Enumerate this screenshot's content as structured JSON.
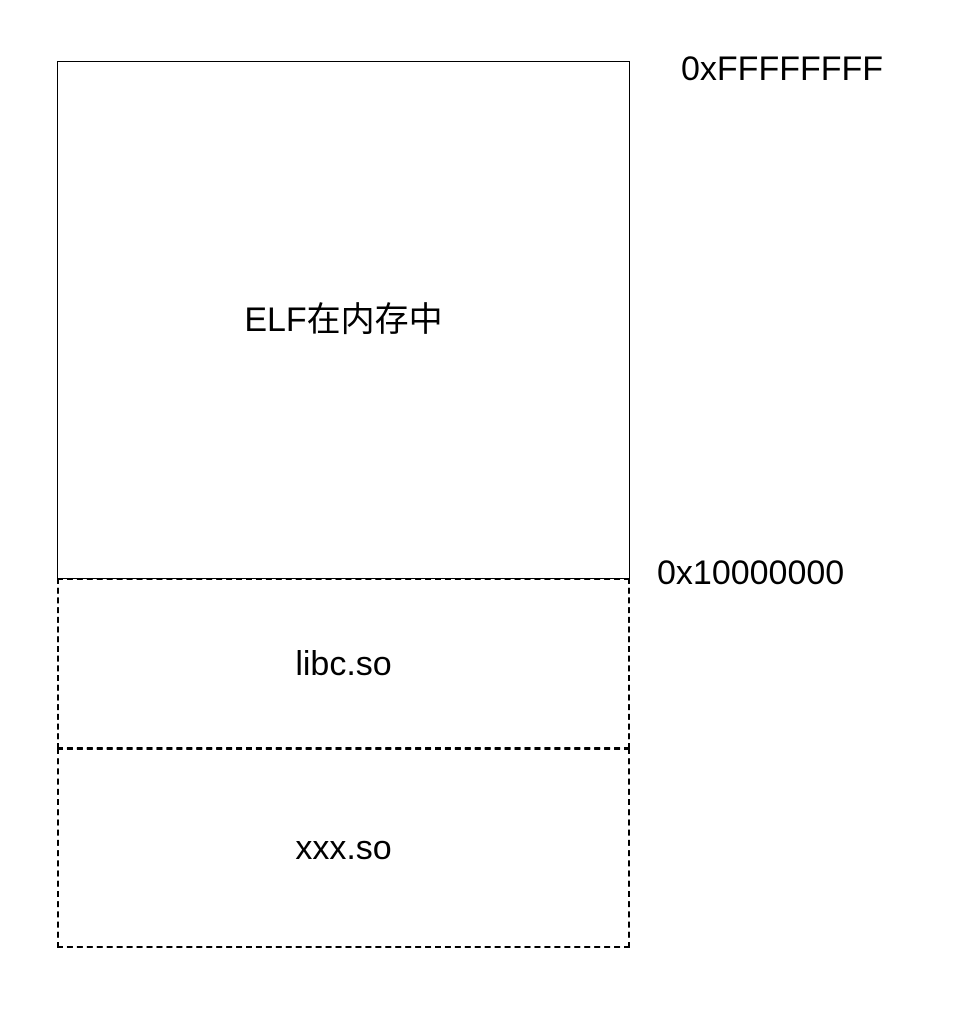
{
  "diagram": {
    "blocks": [
      {
        "label": "ELF在内存中",
        "border_style": "solid"
      },
      {
        "label": "libc.so",
        "border_style": "dashed"
      },
      {
        "label": "xxx.so",
        "border_style": "dashed"
      }
    ],
    "addresses": {
      "top": "0xFFFFFFFF",
      "boundary": "0x10000000"
    }
  }
}
